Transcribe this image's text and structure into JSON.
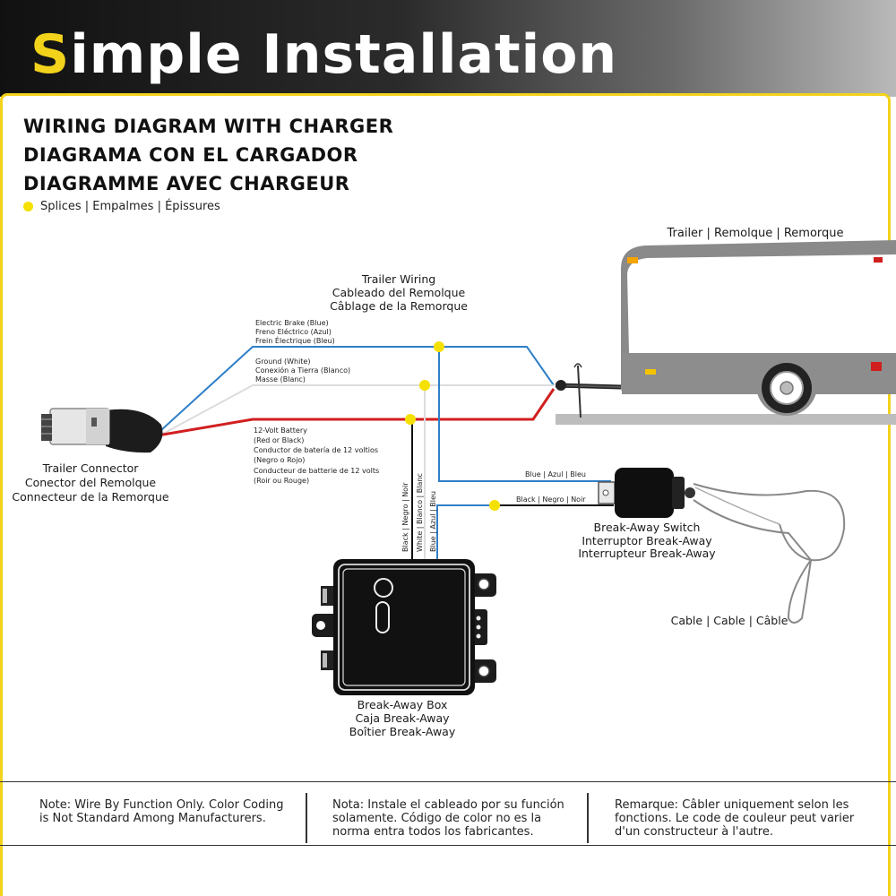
{
  "banner": {
    "title_accent": "S",
    "title_rest": "imple Installation"
  },
  "headings": {
    "en": "WIRING DIAGRAM WITH CHARGER",
    "es": "DIAGRAMA CON EL CARGADOR",
    "fr": "DIAGRAMME AVEC CHARGEUR"
  },
  "legend": {
    "splices": "Splices | Empalmes | Épissures"
  },
  "labels": {
    "trailer": "Trailer | Remolque | Remorque",
    "trailer_wiring": [
      "Trailer Wiring",
      "Cableado del Remolque",
      "Câblage de la Remorque"
    ],
    "trailer_connector": [
      "Trailer Connector",
      "Conector del Remolque",
      "Connecteur de la Remorque"
    ],
    "breakaway_switch": [
      "Break-Away Switch",
      "Interruptor Break-Away",
      "Interrupteur Break-Away"
    ],
    "breakaway_box": [
      "Break-Away Box",
      "Caja Break-Away",
      "Boîtier Break-Away"
    ],
    "cable": "Cable | Cable | Câble"
  },
  "wires": {
    "electric_brake": [
      "Electric Brake (Blue)",
      "Freno Eléctrico (Azul)",
      "Frein Électrique (Bleu)"
    ],
    "ground": [
      "Ground (White)",
      "Conexión a Tierra (Blanco)",
      "Masse (Blanc)"
    ],
    "battery": [
      "12-Volt Battery",
      "(Red or Black)",
      "Conductor de batería de 12 voltios",
      "(Negro o Rojo)",
      "Conducteur de batterie de 12 volts",
      "(Roir ou Rouge)"
    ],
    "blue_switch": "Blue | Azul | Bleu",
    "black_switch": "Black | Negro | Noir",
    "black_box": "Black | Negro | Noir",
    "white_box": "White | Blanco | Blanc",
    "blue_box": "Blue | Azul | Bleu"
  },
  "notes": [
    "Note: Wire By Function Only. Color Coding is Not Standard Among Manufacturers.",
    "Nota: Instale el cableado por su función solamente. Código de color no es la norma entra todos los fabricantes.",
    "Remarque: Câbler uniquement selon les fonctions. Le code de couleur peut varier d'un constructeur à l'autre."
  ],
  "colors": {
    "accent_yellow": "#f2d21b",
    "splice_yellow": "#f5e000",
    "wire_blue": "#2f7fc8",
    "wire_red": "#d11f1f",
    "wire_white": "#dcdcdc",
    "wire_black": "#111111"
  },
  "icons": [
    "trailer-icon",
    "trailer-connector-icon",
    "breakaway-switch-icon",
    "breakaway-box-icon",
    "cable-icon",
    "splice-dot-icon"
  ]
}
